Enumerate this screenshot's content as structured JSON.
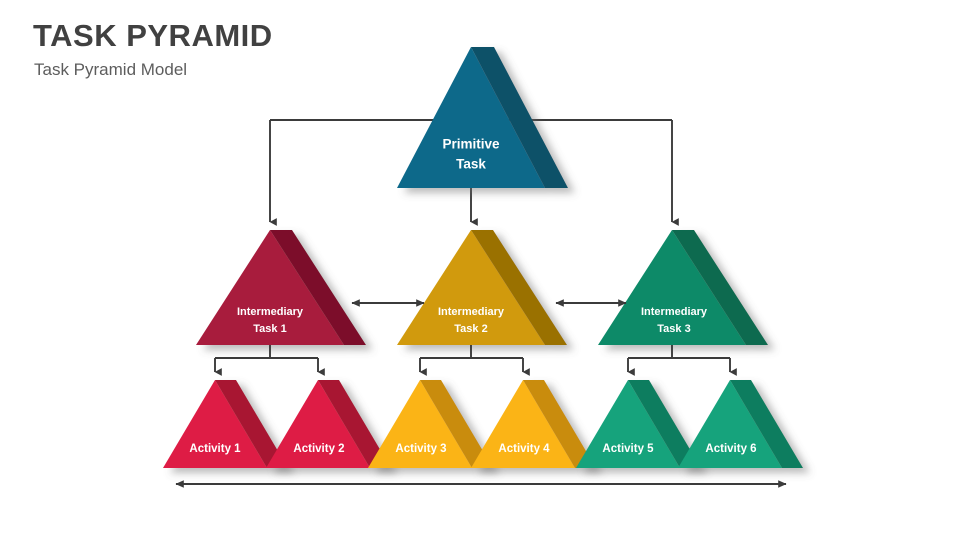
{
  "header": {
    "title": "TASK PYRAMID",
    "subtitle": "Task Pyramid Model"
  },
  "colors": {
    "title_text": "#414141",
    "subtitle_text": "#5d5d5d",
    "connector": "#3b3b3b",
    "background": "#ffffff",
    "teal_face": "#10698A",
    "teal_side": "#0E5168",
    "crimson_face": "#A81B3C",
    "crimson_side": "#7C0E2A",
    "gold_face": "#D19A09",
    "gold_side": "#9A7105",
    "green_face": "#0E8A67",
    "green_side": "#0A6A4F",
    "red_bright_face": "#DE1B44",
    "red_bright_side": "#A81230",
    "amber_face": "#FBB415",
    "amber_side": "#C98C08",
    "mint_face": "#13A37C",
    "mint_side": "#0D7D5F"
  },
  "levels": {
    "primitive": {
      "label_lines": [
        "Primitive",
        "Task"
      ],
      "color_key": "teal"
    },
    "intermediary": [
      {
        "label_lines": [
          "Intermediary",
          "Task 1"
        ],
        "color_key": "crimson"
      },
      {
        "label_lines": [
          "Intermediary",
          "Task 2"
        ],
        "color_key": "gold"
      },
      {
        "label_lines": [
          "Intermediary",
          "Task 3"
        ],
        "color_key": "green"
      }
    ],
    "activities": [
      {
        "label": "Activity 1",
        "color_key": "red_bright"
      },
      {
        "label": "Activity 2",
        "color_key": "red_bright"
      },
      {
        "label": "Activity 3",
        "color_key": "amber"
      },
      {
        "label": "Activity 4",
        "color_key": "amber"
      },
      {
        "label": "Activity 5",
        "color_key": "mint"
      },
      {
        "label": "Activity 6",
        "color_key": "mint"
      }
    ]
  },
  "connectors": {
    "primitive_to_intermediary": "branching-down-arrows",
    "intermediary_to_activities": "branching-down-arrows",
    "between_intermediaries": "double-headed-arrow",
    "bottom_span": "double-headed-arrow"
  }
}
